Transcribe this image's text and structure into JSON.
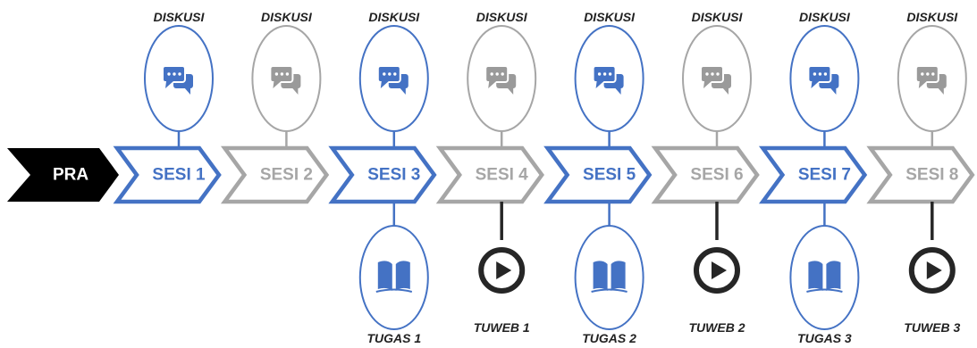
{
  "colors": {
    "accent": "#4472C4",
    "muted": "#A6A6A6",
    "dark": "#262626",
    "pra": "#000000"
  },
  "pra": {
    "label": "PRA"
  },
  "sessions": [
    {
      "label": "SESI 1",
      "active": true,
      "top": {
        "label": "DISKUSI",
        "icon": "chat-icon"
      },
      "bottom": {
        "label": "",
        "icon": ""
      }
    },
    {
      "label": "SESI 2",
      "active": false,
      "top": {
        "label": "DISKUSI",
        "icon": "chat-icon"
      },
      "bottom": {
        "label": "",
        "icon": ""
      }
    },
    {
      "label": "SESI 3",
      "active": true,
      "top": {
        "label": "DISKUSI",
        "icon": "chat-icon"
      },
      "bottom": {
        "label": "TUGAS 1",
        "icon": "book-icon"
      }
    },
    {
      "label": "SESI 4",
      "active": false,
      "top": {
        "label": "DISKUSI",
        "icon": "chat-icon"
      },
      "bottom": {
        "label": "TUWEB 1",
        "icon": "play-icon"
      }
    },
    {
      "label": "SESI 5",
      "active": true,
      "top": {
        "label": "DISKUSI",
        "icon": "chat-icon"
      },
      "bottom": {
        "label": "TUGAS 2",
        "icon": "book-icon"
      }
    },
    {
      "label": "SESI 6",
      "active": false,
      "top": {
        "label": "DISKUSI",
        "icon": "chat-icon"
      },
      "bottom": {
        "label": "TUWEB 2",
        "icon": "play-icon"
      }
    },
    {
      "label": "SESI 7",
      "active": true,
      "top": {
        "label": "DISKUSI",
        "icon": "chat-icon"
      },
      "bottom": {
        "label": "TUGAS 3",
        "icon": "book-icon"
      }
    },
    {
      "label": "SESI 8",
      "active": false,
      "top": {
        "label": "DISKUSI",
        "icon": "chat-icon"
      },
      "bottom": {
        "label": "TUWEB 3",
        "icon": "play-icon"
      }
    }
  ]
}
